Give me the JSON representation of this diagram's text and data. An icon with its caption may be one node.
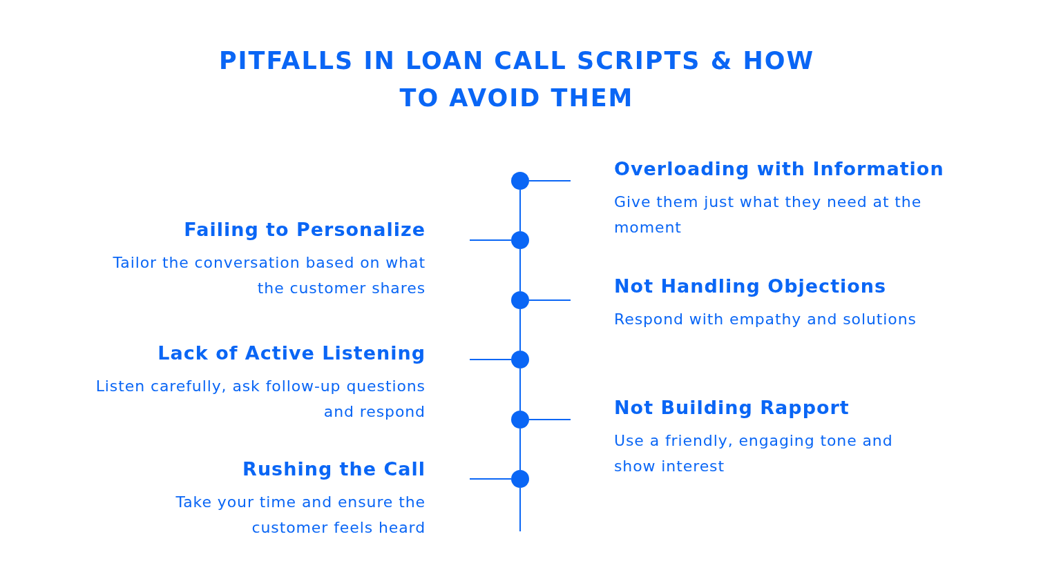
{
  "diagram": {
    "title": "PITFALLS IN LOAN CALL SCRIPTS & HOW TO AVOID THEM",
    "nodes": [
      {
        "text": [],
        "shape": "circle"
      },
      {
        "text": [
          "Overloading with Information",
          "Give them just what they need at the moment"
        ]
      },
      {
        "text": [],
        "shape": "circle"
      },
      {
        "text": [
          "Failing to Personalize",
          "Tailor the conversation based on what the customer shares"
        ]
      },
      {
        "text": [],
        "shape": "circle"
      },
      {
        "text": [
          "Not Handling Objections",
          "Respond with empathy and solutions"
        ]
      },
      {
        "text": [],
        "shape": "circle"
      },
      {
        "text": [
          "Lack of Active Listening",
          "Listen carefully, ask follow-up questions and respond"
        ]
      },
      {
        "text": [],
        "shape": "circle"
      },
      {
        "text": [
          "Not Building Rapport",
          "Use a friendly, engaging tone and show interest"
        ]
      },
      {
        "text": [],
        "shape": "circle"
      },
      {
        "text": [
          "Rushing the Call",
          "Take your time and ensure the customer feels heard"
        ]
      }
    ],
    "edges": [
      {
        "from": 0,
        "to": 1,
        "arrow": "none"
      },
      {
        "from": 0,
        "to": 2,
        "arrow": "none"
      },
      {
        "from": 2,
        "to": 3,
        "arrow": "none"
      },
      {
        "from": 2,
        "to": 4,
        "arrow": "none"
      },
      {
        "from": 4,
        "to": 5,
        "arrow": "none"
      },
      {
        "from": 4,
        "to": 6,
        "arrow": "none"
      },
      {
        "from": 6,
        "to": 7,
        "arrow": "none"
      },
      {
        "from": 6,
        "to": 8,
        "arrow": "none"
      },
      {
        "from": 8,
        "to": 9,
        "arrow": "none"
      },
      {
        "from": 8,
        "to": 10,
        "arrow": "none"
      },
      {
        "from": 10,
        "to": 11,
        "arrow": "none"
      },
      {
        "from": 10,
        "to": null,
        "arrow": "none"
      }
    ]
  }
}
